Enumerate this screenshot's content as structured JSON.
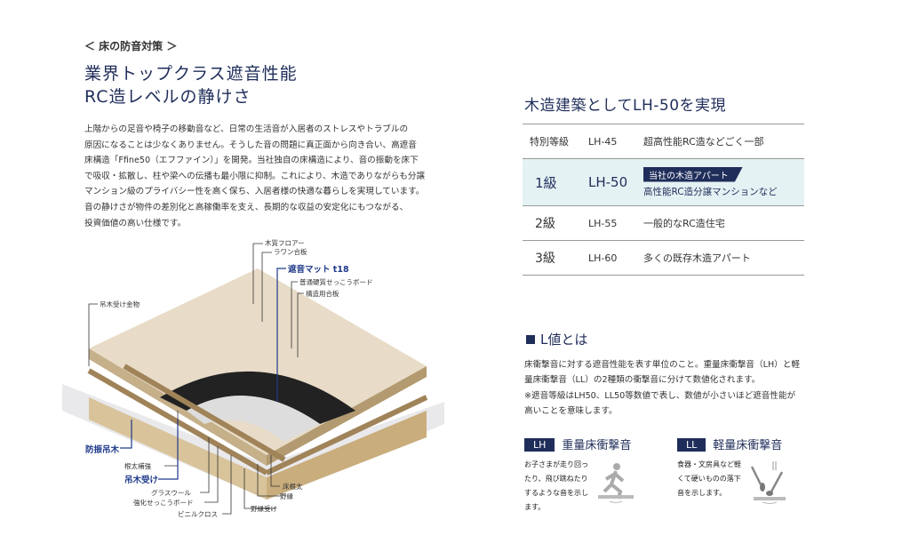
{
  "section_label": "＜ 床の防音対策 ＞",
  "headline": [
    "業界トップクラス遮音性能",
    "RC造レベルの静けさ"
  ],
  "body": [
    "上階からの足音や椅子の移動音など、日常の生活音が入居者のストレスやトラブルの",
    "原因になることは少なくありません。そうした音の問題に真正面から向き合い、高遮音",
    "床構造「Ffine50（エフファイン）」を開発。当社独自の床構造により、音の振動を床下",
    "で吸収・拡散し、柱や梁への伝播も最小限に抑制。これにより、木造でありながらも分譲",
    "マンション級のプライバシー性を高く保ち、入居者様の快適な暮らしを実現しています。",
    "音の静けさが物件の差別化と高稼働率を支え、長期的な収益の安定化にもつながる、",
    "投資価値の高い仕様です。"
  ],
  "diagram_labels": {
    "wood_floor": "木質フロアー",
    "lauan": "ラワン合板",
    "mat": "遮音マット t18",
    "gypsum": "普通硬質せっこうボード",
    "structural": "構造用合板",
    "hanger_metal": "吊木受け金物",
    "anti_vib": "防振吊木",
    "joist_reinf": "根太補強",
    "hanger_recv": "吊木受け",
    "glass_wool": "グラスウール",
    "reinforced_gypsum": "強化せっこうボード",
    "vinyl": "ビニルクロス",
    "floor_joist": "床根太",
    "nobuchi": "野縁",
    "nobuchi_recv": "野縁受け"
  },
  "right_title": "木造建築としてLH-50を実現",
  "grades": [
    {
      "grade": "特別等級",
      "value": "LH-45",
      "desc": "超高性能RC造などごく一部"
    },
    {
      "grade": "1級",
      "value": "LH-50",
      "tag": "当社の木造アパート",
      "desc": "高性能RC造分譲マンションなど"
    },
    {
      "grade": "2級",
      "value": "LH-55",
      "desc": "一般的なRC造住宅"
    },
    {
      "grade": "3級",
      "value": "LH-60",
      "desc": "多くの既存木造アパート"
    }
  ],
  "lvalue": {
    "heading": "L値とは",
    "p1": [
      "床衝撃音に対する遮音性能を表す単位のこと。重量床衝撃音（LH）と軽",
      "量床衝撃音（LL）の2種類の衝撃音に分けて数値化されます。"
    ],
    "p2": [
      "※遮音等級はLH50、LL50等数値で表し、数値が小さいほど遮音性能が",
      "高いことを意味します。"
    ]
  },
  "lh": {
    "badge": "LH",
    "title": "重量床衝撃音",
    "desc": [
      "お子さまが走り回っ",
      "たり、飛び跳ねたり",
      "するような音を示し",
      "ます。"
    ]
  },
  "ll": {
    "badge": "LL",
    "title": "軽量床衝撃音",
    "desc": [
      "食器・文房具など軽",
      "くて硬いものの落下",
      "音を示します。"
    ]
  }
}
